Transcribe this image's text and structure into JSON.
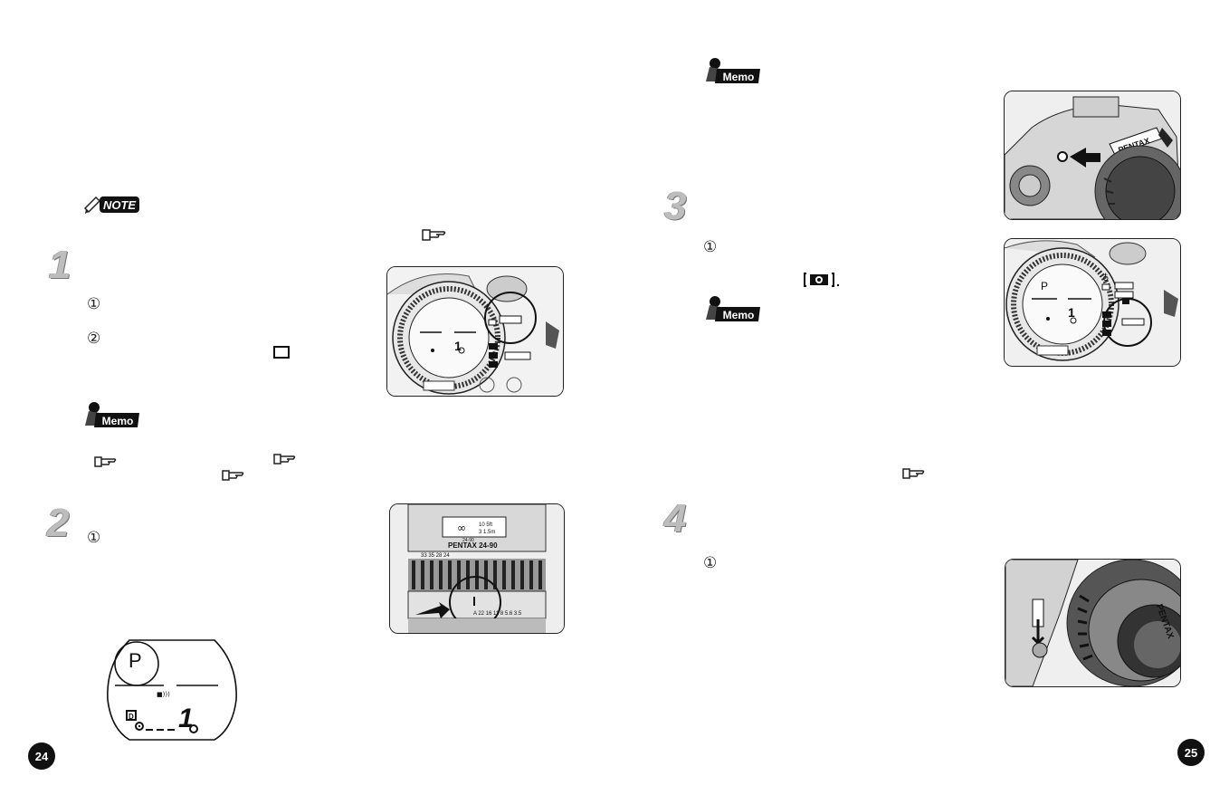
{
  "pages": {
    "left_number": "24",
    "right_number": "25"
  },
  "icons": {
    "note": "NOTE",
    "memo": "Memo",
    "hand_ref": "hand-pointer-icon",
    "circled_1": "①",
    "circled_2": "②"
  },
  "steps": {
    "s1": "1",
    "s2": "2",
    "s3": "3",
    "s4": "4"
  },
  "right_page": {
    "self_timer_symbol": "[ ].",
    "brand": "PENTAX"
  },
  "figures": {
    "lens": {
      "dist_top": "10  5ft",
      "dist_bottom": "3  1.5m",
      "inf": "∞",
      "label": "PENTAX 24-90",
      "focal_scale": "33  35  28  24",
      "aperture_scale": "A  22 16 11 8 5.6 3.5",
      "small_mark": "24-90"
    },
    "lcd": {
      "mode": "P",
      "d": "D",
      "digit": "1"
    },
    "mode_dial": {
      "lcd_mode": "P"
    }
  },
  "colors": {
    "step_gray": "#bdbdbd",
    "ink": "#111111"
  }
}
